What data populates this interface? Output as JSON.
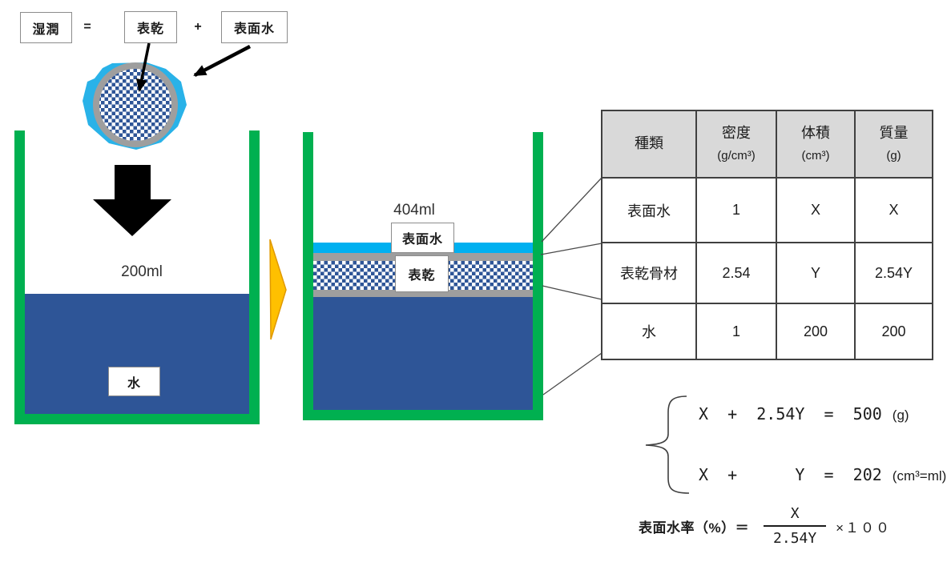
{
  "legend": {
    "wet_label": "湿潤",
    "equals_sign": "=",
    "ssd_label": "表乾",
    "plus_sign": "+",
    "surface_water_label": "表面水"
  },
  "left_beaker": {
    "volume_label": "200ml",
    "water_label": "水"
  },
  "right_beaker": {
    "volume_label": "404ml",
    "surface_water_label": "表面水",
    "ssd_label": "表乾"
  },
  "table": {
    "headers": [
      {
        "title": "種類",
        "unit": ""
      },
      {
        "title": "密度",
        "unit": "(g/cm³)"
      },
      {
        "title": "体積",
        "unit": "(cm³)"
      },
      {
        "title": "質量",
        "unit": "(g)"
      }
    ],
    "rows": [
      [
        "表面水",
        "1",
        "X",
        "X"
      ],
      [
        "表乾骨材",
        "2.54",
        "Y",
        "2.54Y"
      ],
      [
        "水",
        "1",
        "200",
        "200"
      ]
    ]
  },
  "equations": {
    "mass_lhs": "X  +  2.54Y  =  500",
    "mass_unit": "(g)",
    "volume_lhs": "X  +      Y  =  202",
    "volume_unit": "(cm³=ml)"
  },
  "surface_moisture_formula": {
    "label": "表面水率（%）＝",
    "numerator": "X",
    "denominator": "2.54Y",
    "multiplier": "×１００"
  },
  "colors": {
    "beaker_green": "#00B050",
    "water_blue": "#2E5597",
    "surface_water_cyan": "#00B0F0",
    "ssd_ring_gray": "#9E9E9E",
    "transform_arrow_yellow": "#FFC000",
    "table_header_gray": "#D9D9D9"
  }
}
